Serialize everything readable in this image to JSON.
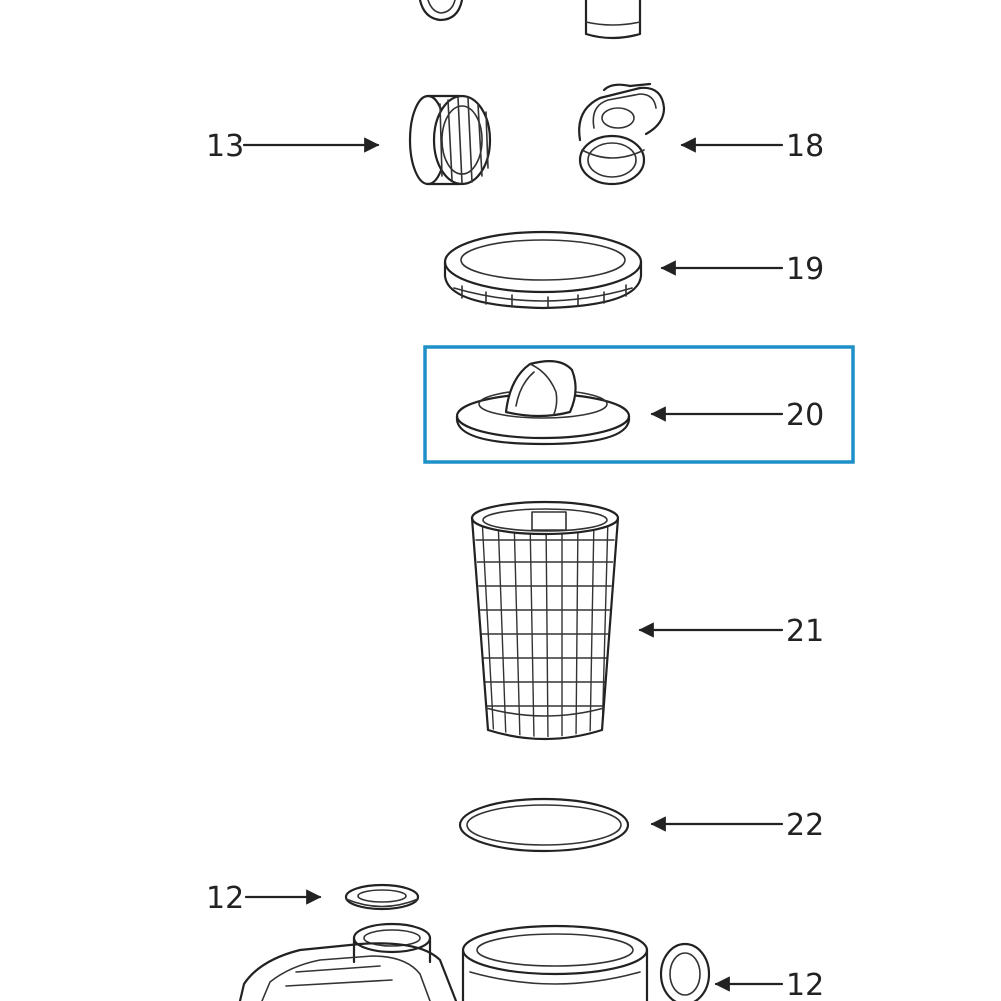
{
  "parts": [
    {
      "id": "part-13",
      "number": "13"
    },
    {
      "id": "part-18",
      "number": "18"
    },
    {
      "id": "part-19",
      "number": "19"
    },
    {
      "id": "part-20",
      "number": "20",
      "highlighted": true
    },
    {
      "id": "part-21",
      "number": "21"
    },
    {
      "id": "part-22",
      "number": "22"
    },
    {
      "id": "part-12-left",
      "number": "12"
    },
    {
      "id": "part-12-right",
      "number": "12"
    }
  ],
  "highlight_color": "#1e90c8",
  "icons": {
    "part-13": "threaded-cap-icon",
    "part-18": "union-nut-icon",
    "part-19": "lock-ring-icon",
    "part-20": "strainer-lid-icon",
    "part-21": "strainer-basket-icon",
    "part-22": "o-ring-icon",
    "part-12": "gasket-icon"
  }
}
